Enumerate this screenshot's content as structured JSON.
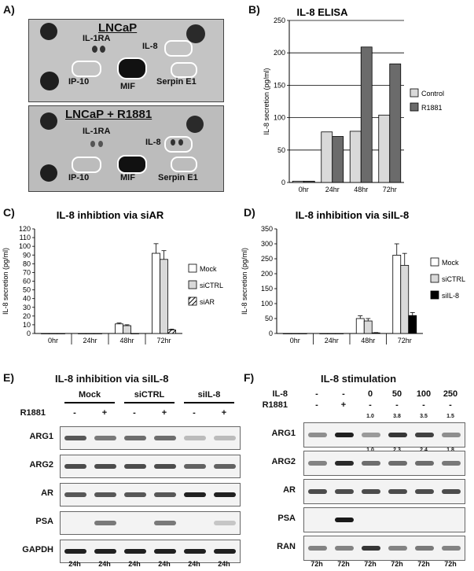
{
  "panelA": {
    "label": "A)",
    "top": {
      "title": "LNCaP",
      "spots": [
        "IL-1RA",
        "IL-8",
        "IP-10",
        "MIF",
        "Serpin E1"
      ]
    },
    "bottom": {
      "title": "LNCaP + R1881",
      "spots": [
        "IL-1RA",
        "IL-8",
        "IP-10",
        "MIF",
        "Serpin E1"
      ]
    }
  },
  "panelB": {
    "label": "B)",
    "chart_data": {
      "type": "bar",
      "title": "IL-8 ELISA",
      "ylabel": "IL-8 secretion (pg/ml)",
      "categories": [
        "0hr",
        "24hr",
        "48hr",
        "72hr"
      ],
      "yticks": [
        0,
        50,
        100,
        150,
        200,
        250
      ],
      "ylim": [
        0,
        250
      ],
      "series": [
        {
          "name": "Control",
          "color": "#d9d9d9",
          "values": [
            2,
            78,
            79,
            104
          ]
        },
        {
          "name": "R1881",
          "color": "#6b6b6b",
          "values": [
            2,
            71,
            209,
            183
          ]
        }
      ],
      "grid": true,
      "legend": "right"
    }
  },
  "panelC": {
    "label": "C)",
    "chart_data": {
      "type": "bar",
      "title": "IL-8 inhibtion via siAR",
      "ylabel": "IL-8 secretion (pg/ml)",
      "categories": [
        "0hr",
        "24hr",
        "48hr",
        "72hr"
      ],
      "yticks": [
        0,
        10,
        20,
        30,
        40,
        50,
        60,
        70,
        80,
        90,
        100,
        110,
        120
      ],
      "ylim": [
        0,
        120
      ],
      "series": [
        {
          "name": "Mock",
          "color": "#ffffff",
          "values": [
            0,
            0,
            11,
            92
          ],
          "errors": [
            0,
            0,
            1,
            11
          ]
        },
        {
          "name": "siCTRL",
          "color": "#d9d9d9",
          "values": [
            0,
            0,
            9,
            85
          ],
          "errors": [
            0,
            0,
            1,
            10
          ]
        },
        {
          "name": "siAR",
          "color": "hatch",
          "values": [
            0,
            0,
            0,
            4
          ],
          "errors": [
            0,
            0,
            0,
            1
          ]
        }
      ],
      "grid": false,
      "legend": "right"
    }
  },
  "panelD": {
    "label": "D)",
    "chart_data": {
      "type": "bar",
      "title": "IL-8 inhibition via siIL-8",
      "ylabel": "IL-8 secretion (pg/ml)",
      "categories": [
        "0hr",
        "24hr",
        "48hr",
        "72hr"
      ],
      "yticks": [
        0,
        50,
        100,
        150,
        200,
        250,
        300,
        350
      ],
      "ylim": [
        0,
        350
      ],
      "series": [
        {
          "name": "Mock",
          "color": "#ffffff",
          "values": [
            0,
            0,
            50,
            262
          ],
          "errors": [
            0,
            0,
            9,
            38
          ]
        },
        {
          "name": "siCTRL",
          "color": "#d9d9d9",
          "values": [
            0,
            0,
            42,
            228
          ],
          "errors": [
            0,
            0,
            8,
            40
          ]
        },
        {
          "name": "siIL-8",
          "color": "#000000",
          "values": [
            0,
            0,
            2,
            60
          ],
          "errors": [
            0,
            0,
            1,
            10
          ]
        }
      ],
      "grid": false,
      "legend": "right"
    }
  },
  "panelE": {
    "label": "E)",
    "title": "IL-8 inhibition via siIL-8",
    "groups": [
      "Mock",
      "siCTRL",
      "siIL-8"
    ],
    "treatment_label": "R1881",
    "treatment": [
      "-",
      "+",
      "-",
      "+",
      "-",
      "+"
    ],
    "rows": [
      "ARG1",
      "ARG2",
      "AR",
      "PSA",
      "GAPDH"
    ],
    "times": [
      "24h",
      "24h",
      "24h",
      "24h",
      "24h",
      "24h"
    ]
  },
  "panelF": {
    "label": "F)",
    "title": "IL-8 stimulation",
    "il8_label": "IL-8",
    "il8": [
      "-",
      "-",
      "0",
      "50",
      "100",
      "250"
    ],
    "r1881_label": "R1881",
    "r1881": [
      "-",
      "+",
      "-",
      "-",
      "-",
      "-"
    ],
    "quant_top": [
      "1.0",
      "3.8",
      "3.5",
      "1.5"
    ],
    "quant_bottom": [
      "1.0",
      "2.3",
      "2.4",
      "1.8"
    ],
    "rows": [
      "ARG1",
      "ARG2",
      "AR",
      "PSA",
      "RAN"
    ],
    "times": [
      "72h",
      "72h",
      "72h",
      "72h",
      "72h",
      "72h"
    ]
  }
}
